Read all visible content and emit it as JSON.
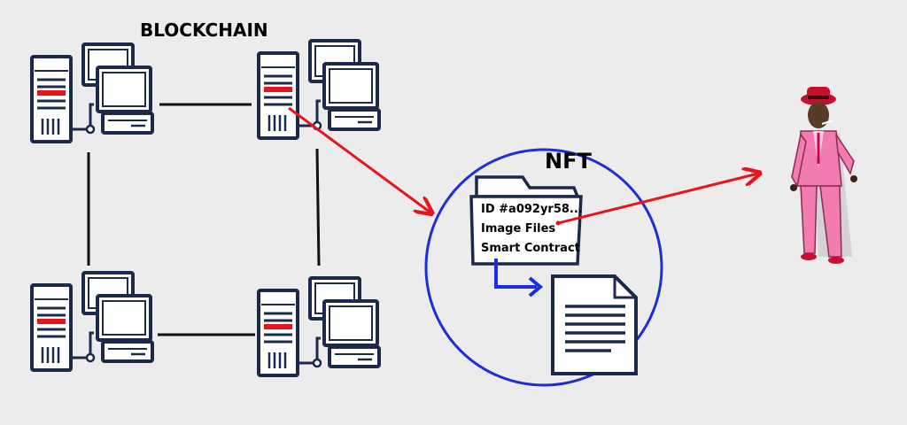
{
  "diagram": {
    "title": "BLOCKCHAIN",
    "nft_label": "NFT",
    "folder_lines": [
      "ID #a092yr58...",
      "Image Files",
      "Smart Contract"
    ],
    "nodes": [
      "server-node-top-left",
      "server-node-top-right",
      "server-node-bottom-left",
      "server-node-bottom-right"
    ],
    "colors": {
      "background": "#ececec",
      "line": "#111111",
      "arrow_red": "#e8141c",
      "arrow_blue": "#1a2ee8",
      "circle": "#1c2fd6",
      "outline": "#1b2a4a",
      "server_red": "#e8141c",
      "suit": "#f27bb0",
      "hat": "#c8102e"
    },
    "icons": {
      "server": "server-computer-icon",
      "folder": "folder-icon",
      "document": "document-icon",
      "person": "person-in-pink-suit-illustration"
    }
  }
}
